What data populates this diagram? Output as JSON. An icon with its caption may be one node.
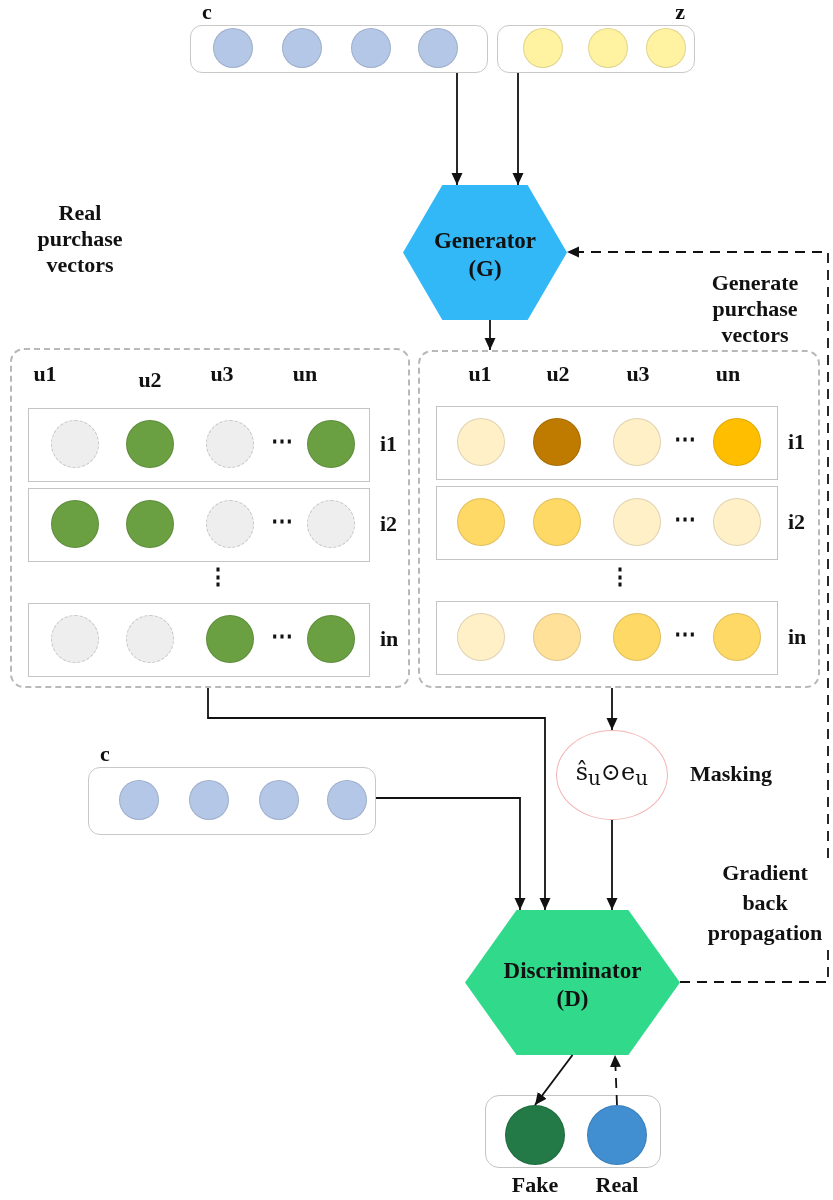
{
  "diagram": {
    "nodes": [
      {
        "text": [
          "c"
        ]
      },
      {
        "text": [
          "z"
        ]
      },
      {
        "text": [
          "Generator (G)"
        ]
      },
      {
        "text": [
          "Real purchase vectors"
        ]
      },
      {
        "text": [
          "⋯"
        ],
        "beside": [
          "i1"
        ],
        "in": 3
      },
      {
        "text": [
          "⋯"
        ],
        "beside": [
          "i2"
        ],
        "in": 3
      },
      {
        "text": [
          "⋯"
        ],
        "beside": [
          "in"
        ],
        "in": 3
      },
      {
        "text": [
          "Generate purchase vectors"
        ]
      },
      {
        "text": [
          "⋯"
        ],
        "beside": [
          "i1"
        ],
        "in": 7
      },
      {
        "text": [
          "⋯"
        ],
        "beside": [
          "i2"
        ],
        "in": 7
      },
      {
        "text": [
          "⋯"
        ],
        "beside": [
          "in"
        ],
        "in": 7
      },
      {
        "text": [
          "ŝ$_{u}$⊙e$_{u}$"
        ],
        "beside": [
          "Masking"
        ]
      },
      {
        "text": [
          "c"
        ]
      },
      {
        "text": [
          "Discriminator (D)"
        ]
      },
      {
        "text": [],
        "shape": "box"
      },
      {
        "text": [
          "Fake"
        ],
        "in": 14
      },
      {
        "text": [
          "Real"
        ],
        "in": 14
      }
    ],
    "edges": [
      {
        "from": 0,
        "to": 2,
        "arrow": "to"
      },
      {
        "from": 1,
        "to": 2,
        "arrow": "to"
      },
      {
        "from": 2,
        "to": 7,
        "arrow": "to"
      },
      {
        "from": 3,
        "to": 13,
        "arrow": "to"
      },
      {
        "from": 7,
        "to": 11,
        "arrow": "to"
      },
      {
        "from": 12,
        "to": 13,
        "arrow": "to"
      },
      {
        "from": 11,
        "to": 13,
        "arrow": "to"
      },
      {
        "from": 13,
        "to": 15,
        "arrow": "to"
      },
      {
        "from": 16,
        "to": 13,
        "arrow": "to",
        "style": "dashed"
      },
      {
        "from": 13,
        "to": 2,
        "arrow": "to",
        "style": "dashed",
        "label": "Gradient back propagation"
      }
    ],
    "labels": [
      "u1",
      "u2",
      "u3",
      "un",
      "u1",
      "u2",
      "u3",
      "un",
      "⋮",
      "⋮"
    ]
  }
}
